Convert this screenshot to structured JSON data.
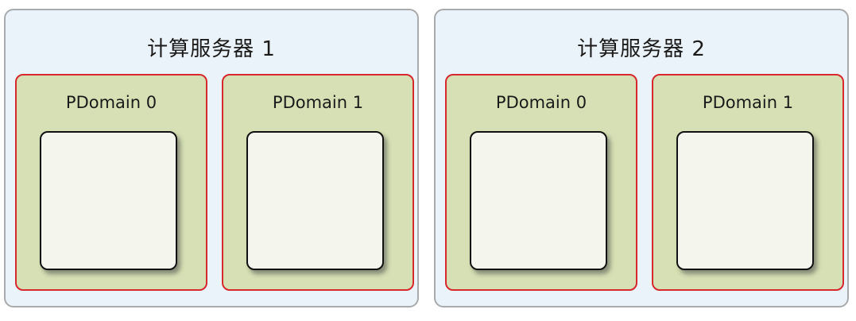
{
  "servers": [
    {
      "title": "计算服务器 1",
      "pdomains": [
        {
          "label": "PDomain 0"
        },
        {
          "label": "PDomain 1"
        }
      ]
    },
    {
      "title": "计算服务器 2",
      "pdomains": [
        {
          "label": "PDomain 0"
        },
        {
          "label": "PDomain 1"
        }
      ]
    }
  ],
  "colors": {
    "server_fill": "#eaf3f9",
    "server_border": "#a9aaab",
    "pdomain_fill": "#d6e0b4",
    "pdomain_border": "#d6282d",
    "slot_fill": "#f4f6ee",
    "slot_border": "#111111"
  }
}
